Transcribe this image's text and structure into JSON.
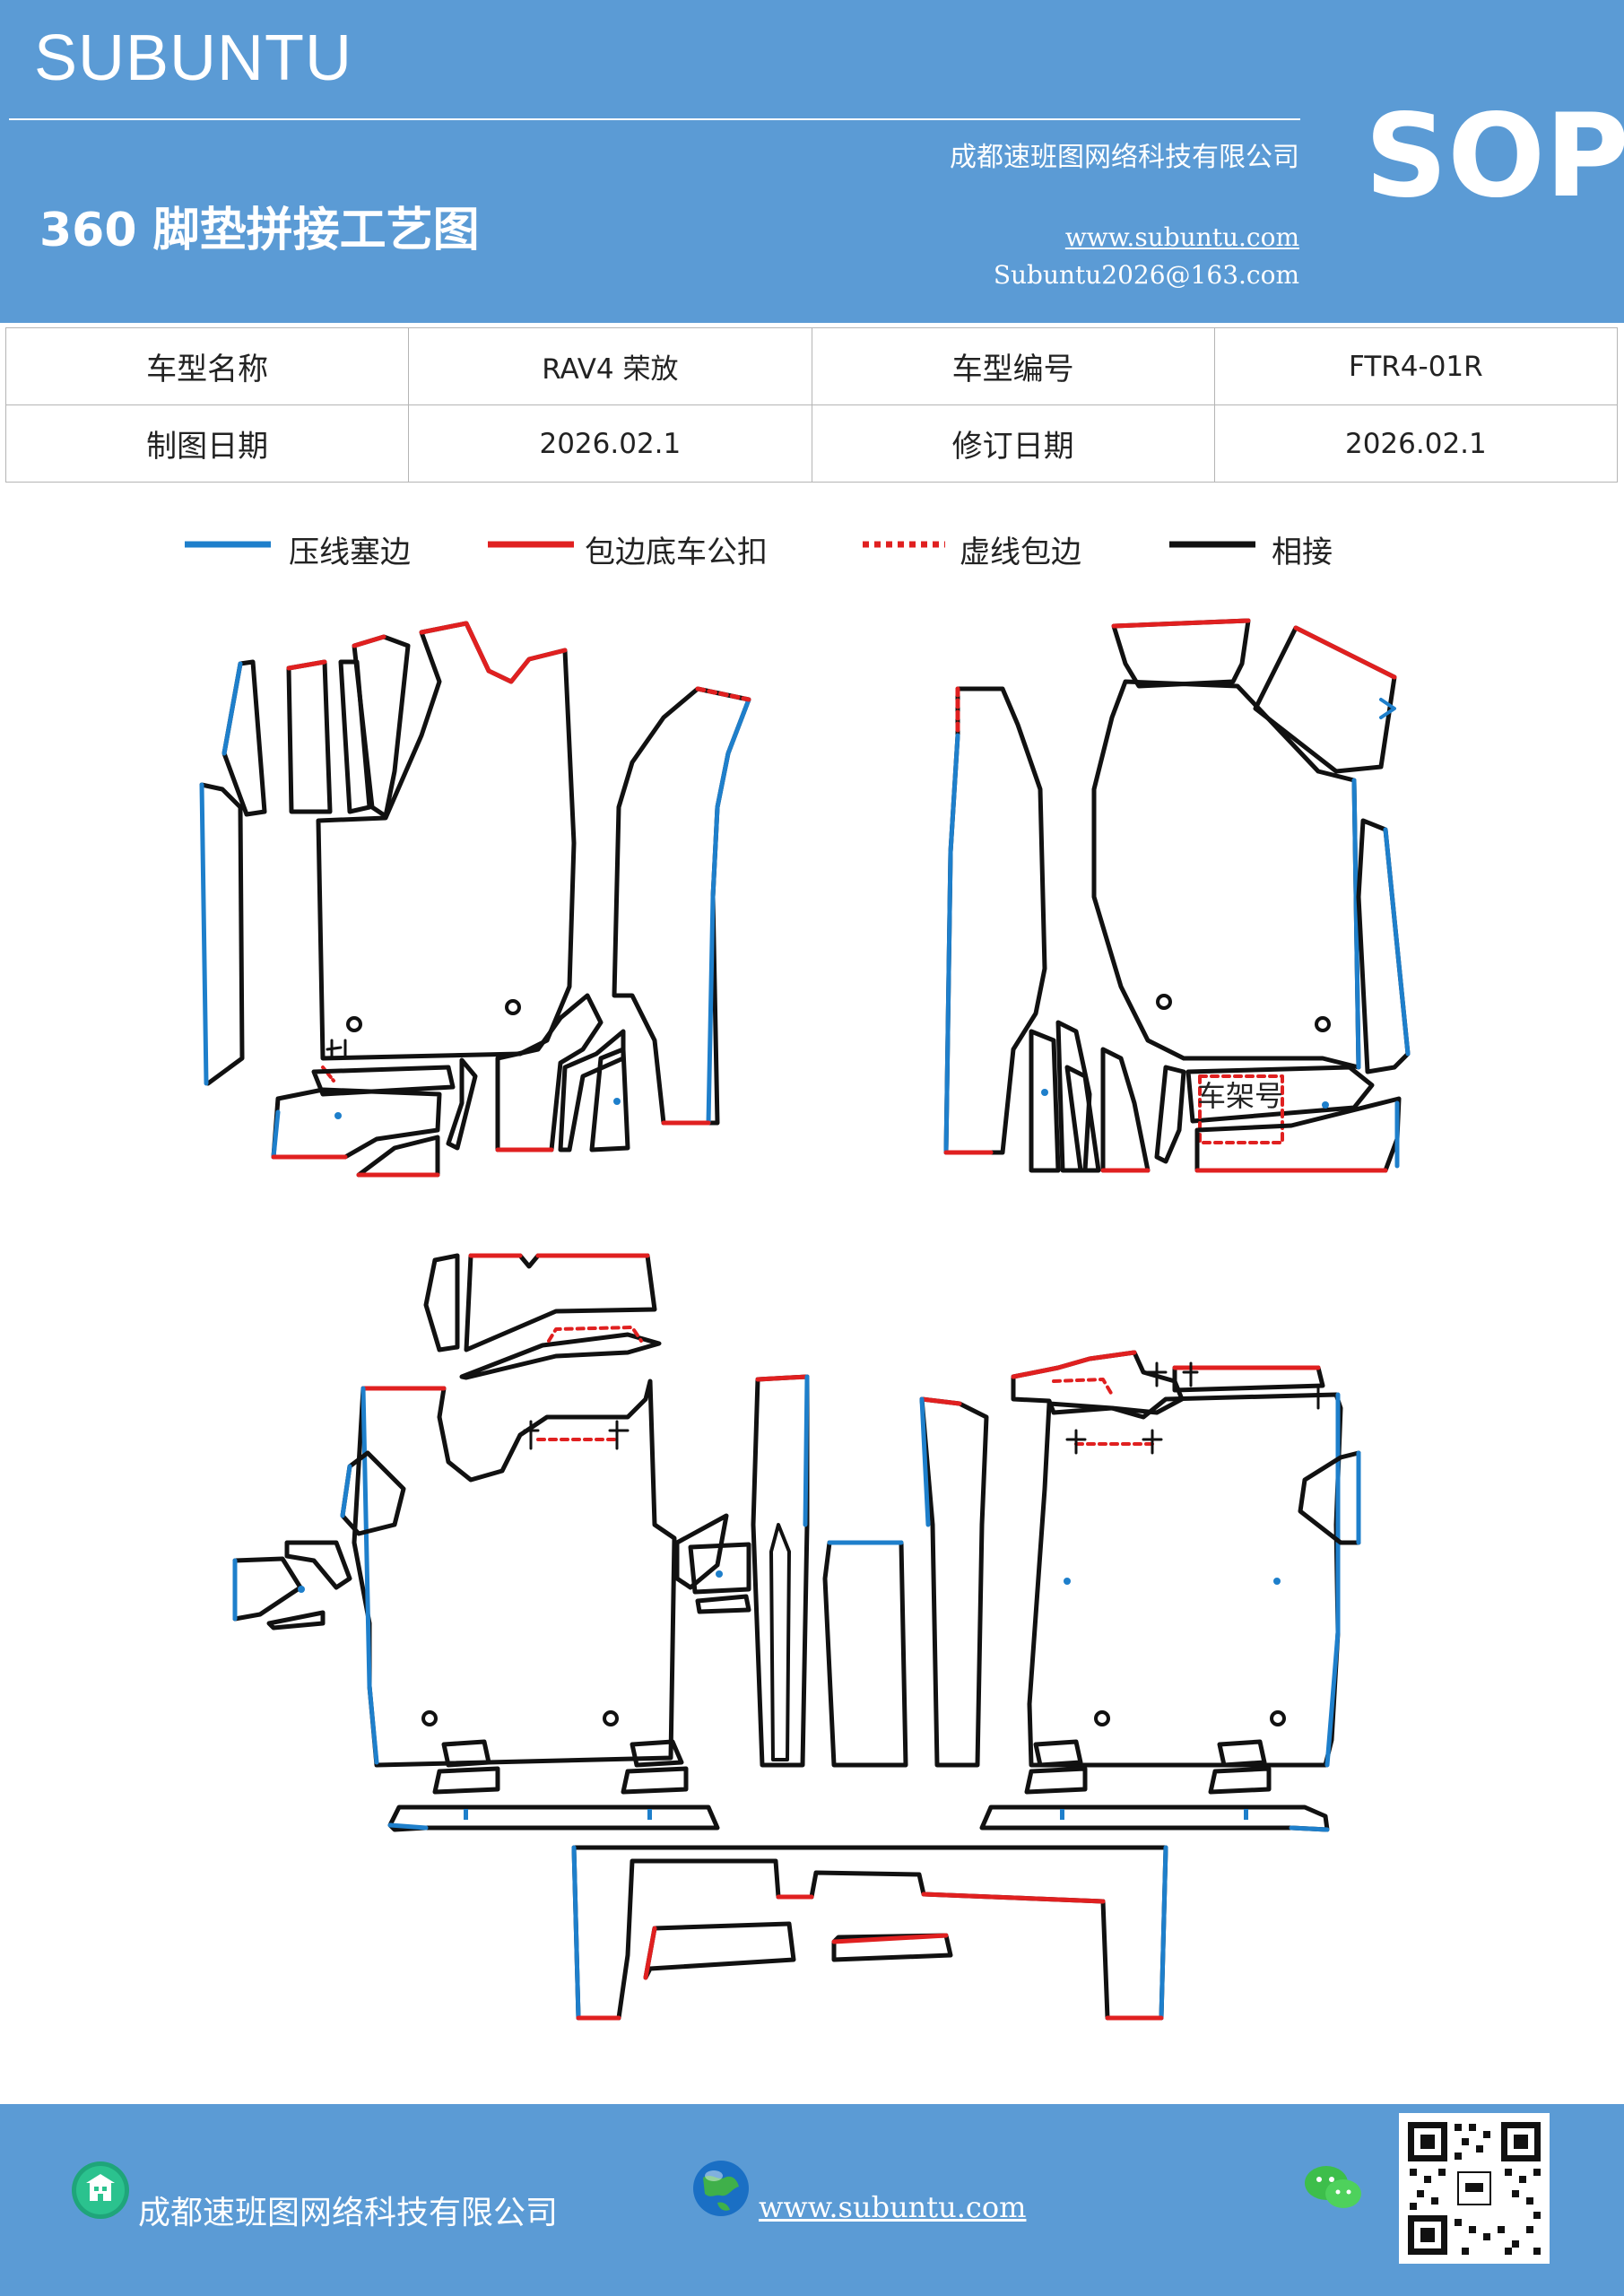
{
  "header": {
    "brand": "SUBUNTU",
    "company": "成都速班图网络科技有限公司",
    "title": "360 脚垫拼接工艺图",
    "website": "www.subuntu.com",
    "email": "Subuntu2026@163.com",
    "badge": "SOP"
  },
  "info_table": {
    "model_name_label": "车型名称",
    "model_name_value": "RAV4 荣放",
    "model_code_label": "车型编号",
    "model_code_value": "FTR4-01R",
    "draw_date_label": "制图日期",
    "draw_date_value": "2026.02.1",
    "revise_date_label": "修订日期",
    "revise_date_value": "2026.02.1"
  },
  "legend": [
    {
      "label": "压线塞边",
      "color": "#1E7FCB",
      "style": "solid"
    },
    {
      "label": "包边底车公扣",
      "color": "#E02020",
      "style": "solid"
    },
    {
      "label": "虚线包边",
      "color": "#E02020",
      "style": "dashed"
    },
    {
      "label": "相接",
      "color": "#111111",
      "style": "solid"
    }
  ],
  "diagram": {
    "frame_label": "车架号"
  },
  "footer": {
    "company": "成都速班图网络科技有限公司",
    "website": "www.subuntu.com",
    "building_icon": "building-icon",
    "globe_icon": "globe-icon",
    "wechat_icon": "wechat-icon",
    "qr_icon": "qr-code-icon"
  },
  "colors": {
    "header_bg": "#5B9BD5",
    "blue_line": "#1E7FCB",
    "red_line": "#E02020",
    "black_line": "#111111"
  }
}
